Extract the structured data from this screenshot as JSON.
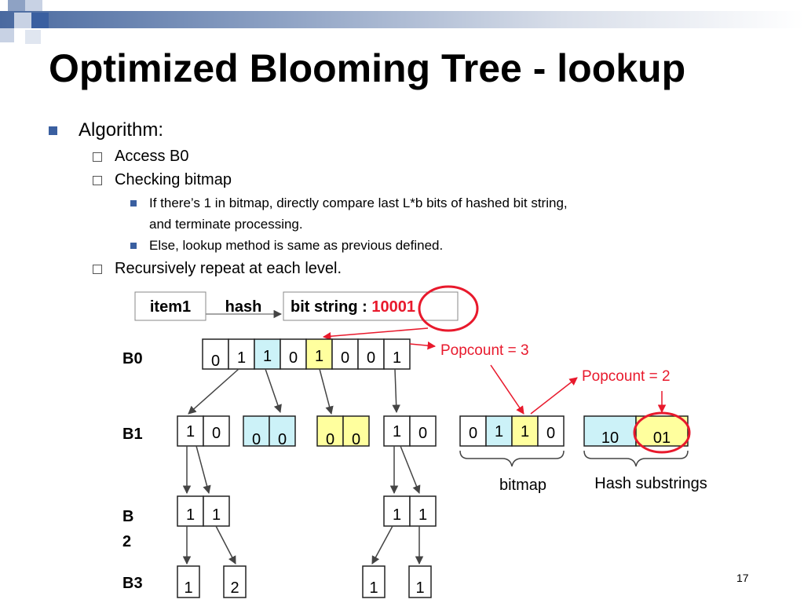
{
  "slide": {
    "title": "Optimized Blooming Tree - lookup",
    "bullet_main": "Algorithm:",
    "steps": [
      "Access B0",
      "Checking bitmap",
      "Recursively repeat at each level."
    ],
    "sub_points": [
      "If there’s 1 in bitmap, directly compare last L*b bits of hashed bit string,",
      "and terminate processing.",
      "Else, lookup method is same as previous defined."
    ],
    "page_number": "17"
  },
  "diagram": {
    "item_label": "item1",
    "hash_label": "hash",
    "bitstring_prefix": "bit string : ",
    "bitstring_value": "10001",
    "levels": [
      "B0",
      "B1",
      "B",
      "2",
      "B3"
    ],
    "b0_bits": [
      "0",
      "1",
      "1",
      "0",
      "1",
      "0",
      "0",
      "1"
    ],
    "b1_nodes": [
      [
        "1",
        "0"
      ],
      [
        "0",
        "0"
      ],
      [
        "0",
        "0"
      ],
      [
        "1",
        "0"
      ]
    ],
    "b2_nodes": [
      [
        "1",
        "1"
      ],
      [
        "1",
        "1"
      ]
    ],
    "b3_nodes": [
      "1",
      "2",
      "1",
      "1"
    ],
    "bitmap_bits": [
      "0",
      "1",
      "1",
      "0"
    ],
    "hash_substrings": [
      "10",
      "01"
    ],
    "popcount_labels": [
      "Popcount = 3",
      "Popcount = 2"
    ],
    "bitmap_label": "bitmap",
    "hash_substrings_label": "Hash substrings",
    "colors": {
      "cyan": "#ccf2f8",
      "yellow": "#ffff9e",
      "red": "#e8192c",
      "arrow": "#444444"
    }
  }
}
